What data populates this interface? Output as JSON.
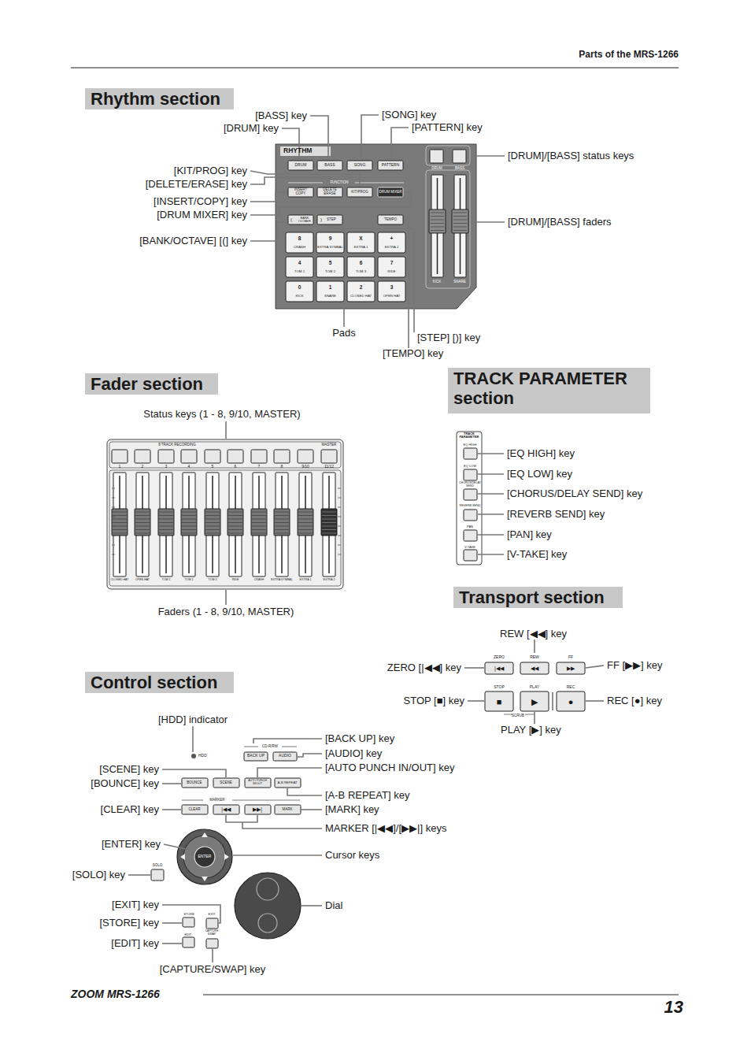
{
  "diagram": {
    "nodes": [
      {
        "text": [
          "Rhythm section"
        ]
      },
      {
        "text": [
          "Fader section"
        ]
      },
      {
        "text": [
          "TRACK PARAMETER section"
        ]
      },
      {
        "text": [
          "Control section"
        ]
      },
      {
        "text": [
          "Transport section"
        ]
      }
    ],
    "labels": [
      "Parts of the MRS-1266",
      "[BASS] key",
      "[DRUM] key",
      "[SONG] key",
      "[PATTERN] key",
      "[DRUM]/[BASS] status keys",
      "[KIT/PROG] key",
      "[DELETE/ERASE] key",
      "[INSERT/COPY] key",
      "[DRUM MIXER] key",
      "[BANK/OCTAVE] [(] key",
      "[DRUM]/[BASS] faders",
      "Pads",
      "[STEP] [)] key",
      "[TEMPO] key",
      "RHYTHM",
      "DRUM",
      "BASS",
      "SONG",
      "PATTERN",
      "FUNCTION",
      "INSERT COPY",
      "DELETE ERASE",
      "KIT/PROG",
      "DRUM MIXER",
      "(",
      "BANK OCTAVE",
      ")",
      "STEP",
      "TEMPO",
      "8",
      "CRASH",
      "9",
      "EXTRA SYMBAL",
      "X",
      "EXTRA 1",
      "+",
      "EXTRA 2",
      "4",
      "TOM 1",
      "5",
      "TOM 2",
      "6",
      "TOM 3",
      "7",
      "RIDE",
      "0",
      "KICK",
      "1",
      "SNARE",
      "2",
      "CLOSED HAT",
      "3",
      "OPEN HAT",
      "DRUM",
      "BASS",
      "KICK",
      "SNARE",
      "Status keys (1 - 8, 9/10, MASTER)",
      "8 TRACK RECORDING",
      "MASTER",
      "1",
      "2",
      "3",
      "4",
      "5",
      "6",
      "7",
      "8",
      "9/10",
      "11/12",
      "CLOSED HAT",
      "OPEN HAT",
      "TOM 1",
      "TOM 2",
      "TOM 3",
      "RIDE",
      "CRASH",
      "EXTRA SYMBAL",
      "EXTRA 1",
      "EXTRA 2",
      "Faders (1 - 8, 9/10, MASTER)",
      "TRACK PARAMETER",
      "EQ HIGH",
      "[EQ HIGH] key",
      "EQ LOW",
      "[EQ LOW] key",
      "CHORUS/DELAY SEND",
      "[CHORUS/DELAY SEND] key",
      "REVERB SEND",
      "[REVERB SEND] key",
      "PAN",
      "[PAN] key",
      "V-TAKE",
      "[V-TAKE] key",
      "REW [◀◀] key",
      "ZERO [|◀◀] key",
      "FF [▶▶] key",
      "STOP [■] key",
      "REC [●] key",
      "PLAY [▶] key",
      "ZERO",
      "REW",
      "FF",
      "|◀◀",
      "◀◀",
      "▶▶",
      "STOP",
      "PLAY",
      "REC",
      "■",
      "▶",
      "●",
      "SCRUB",
      "[HDD] indicator",
      "HDD",
      "CD-R/RW",
      "BACK UP",
      "AUDIO",
      "[BACK UP] key",
      "[AUDIO] key",
      "[AUTO PUNCH IN/OUT] key",
      "[SCENE] key",
      "[BOUNCE] key",
      "BOUNCE",
      "SCENE",
      "AUTO PUNCH IN/OUT",
      "A-B REPEAT",
      "[A-B REPEAT] key",
      "MARKER",
      "[CLEAR] key",
      "CLEAR",
      "|◀◀",
      "▶▶|",
      "MARK",
      "[MARK] key",
      "MARKER [|◀◀]/[▶▶|] keys",
      "[ENTER] key",
      "ENTER",
      "Cursor keys",
      "SOLO",
      "[SOLO] key",
      "[EXIT] key",
      "Dial",
      "STORE",
      "EXIT",
      "[STORE] key",
      "EDIT",
      "CAPTURE SWAP",
      "[EDIT] key",
      "[CAPTURE/SWAP] key",
      "ZOOM MRS-1266",
      "13"
    ]
  }
}
